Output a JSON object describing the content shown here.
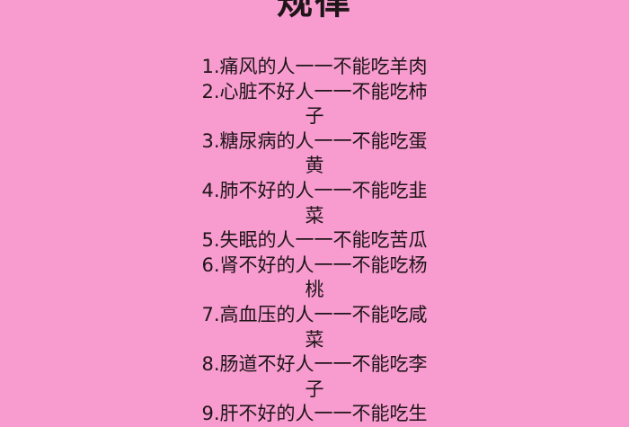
{
  "title": "规律",
  "items": [
    {
      "text": "1.痛风的人一一不能吃羊肉",
      "cont": ""
    },
    {
      "text": "2.心脏不好人一一不能吃柿",
      "cont": "子"
    },
    {
      "text": "3.糖尿病的人一一不能吃蛋",
      "cont": "黄"
    },
    {
      "text": "4.肺不好的人一一不能吃韭",
      "cont": "菜"
    },
    {
      "text": "5.失眠的人一一不能吃苦瓜",
      "cont": ""
    },
    {
      "text": "6.肾不好的人一一不能吃杨",
      "cont": "桃"
    },
    {
      "text": "7.高血压的人一一不能吃咸",
      "cont": "菜"
    },
    {
      "text": "8.肠道不好人一一不能吃李",
      "cont": "子"
    },
    {
      "text": "9.肝不好的人一一不能吃生",
      "cont": ""
    }
  ]
}
